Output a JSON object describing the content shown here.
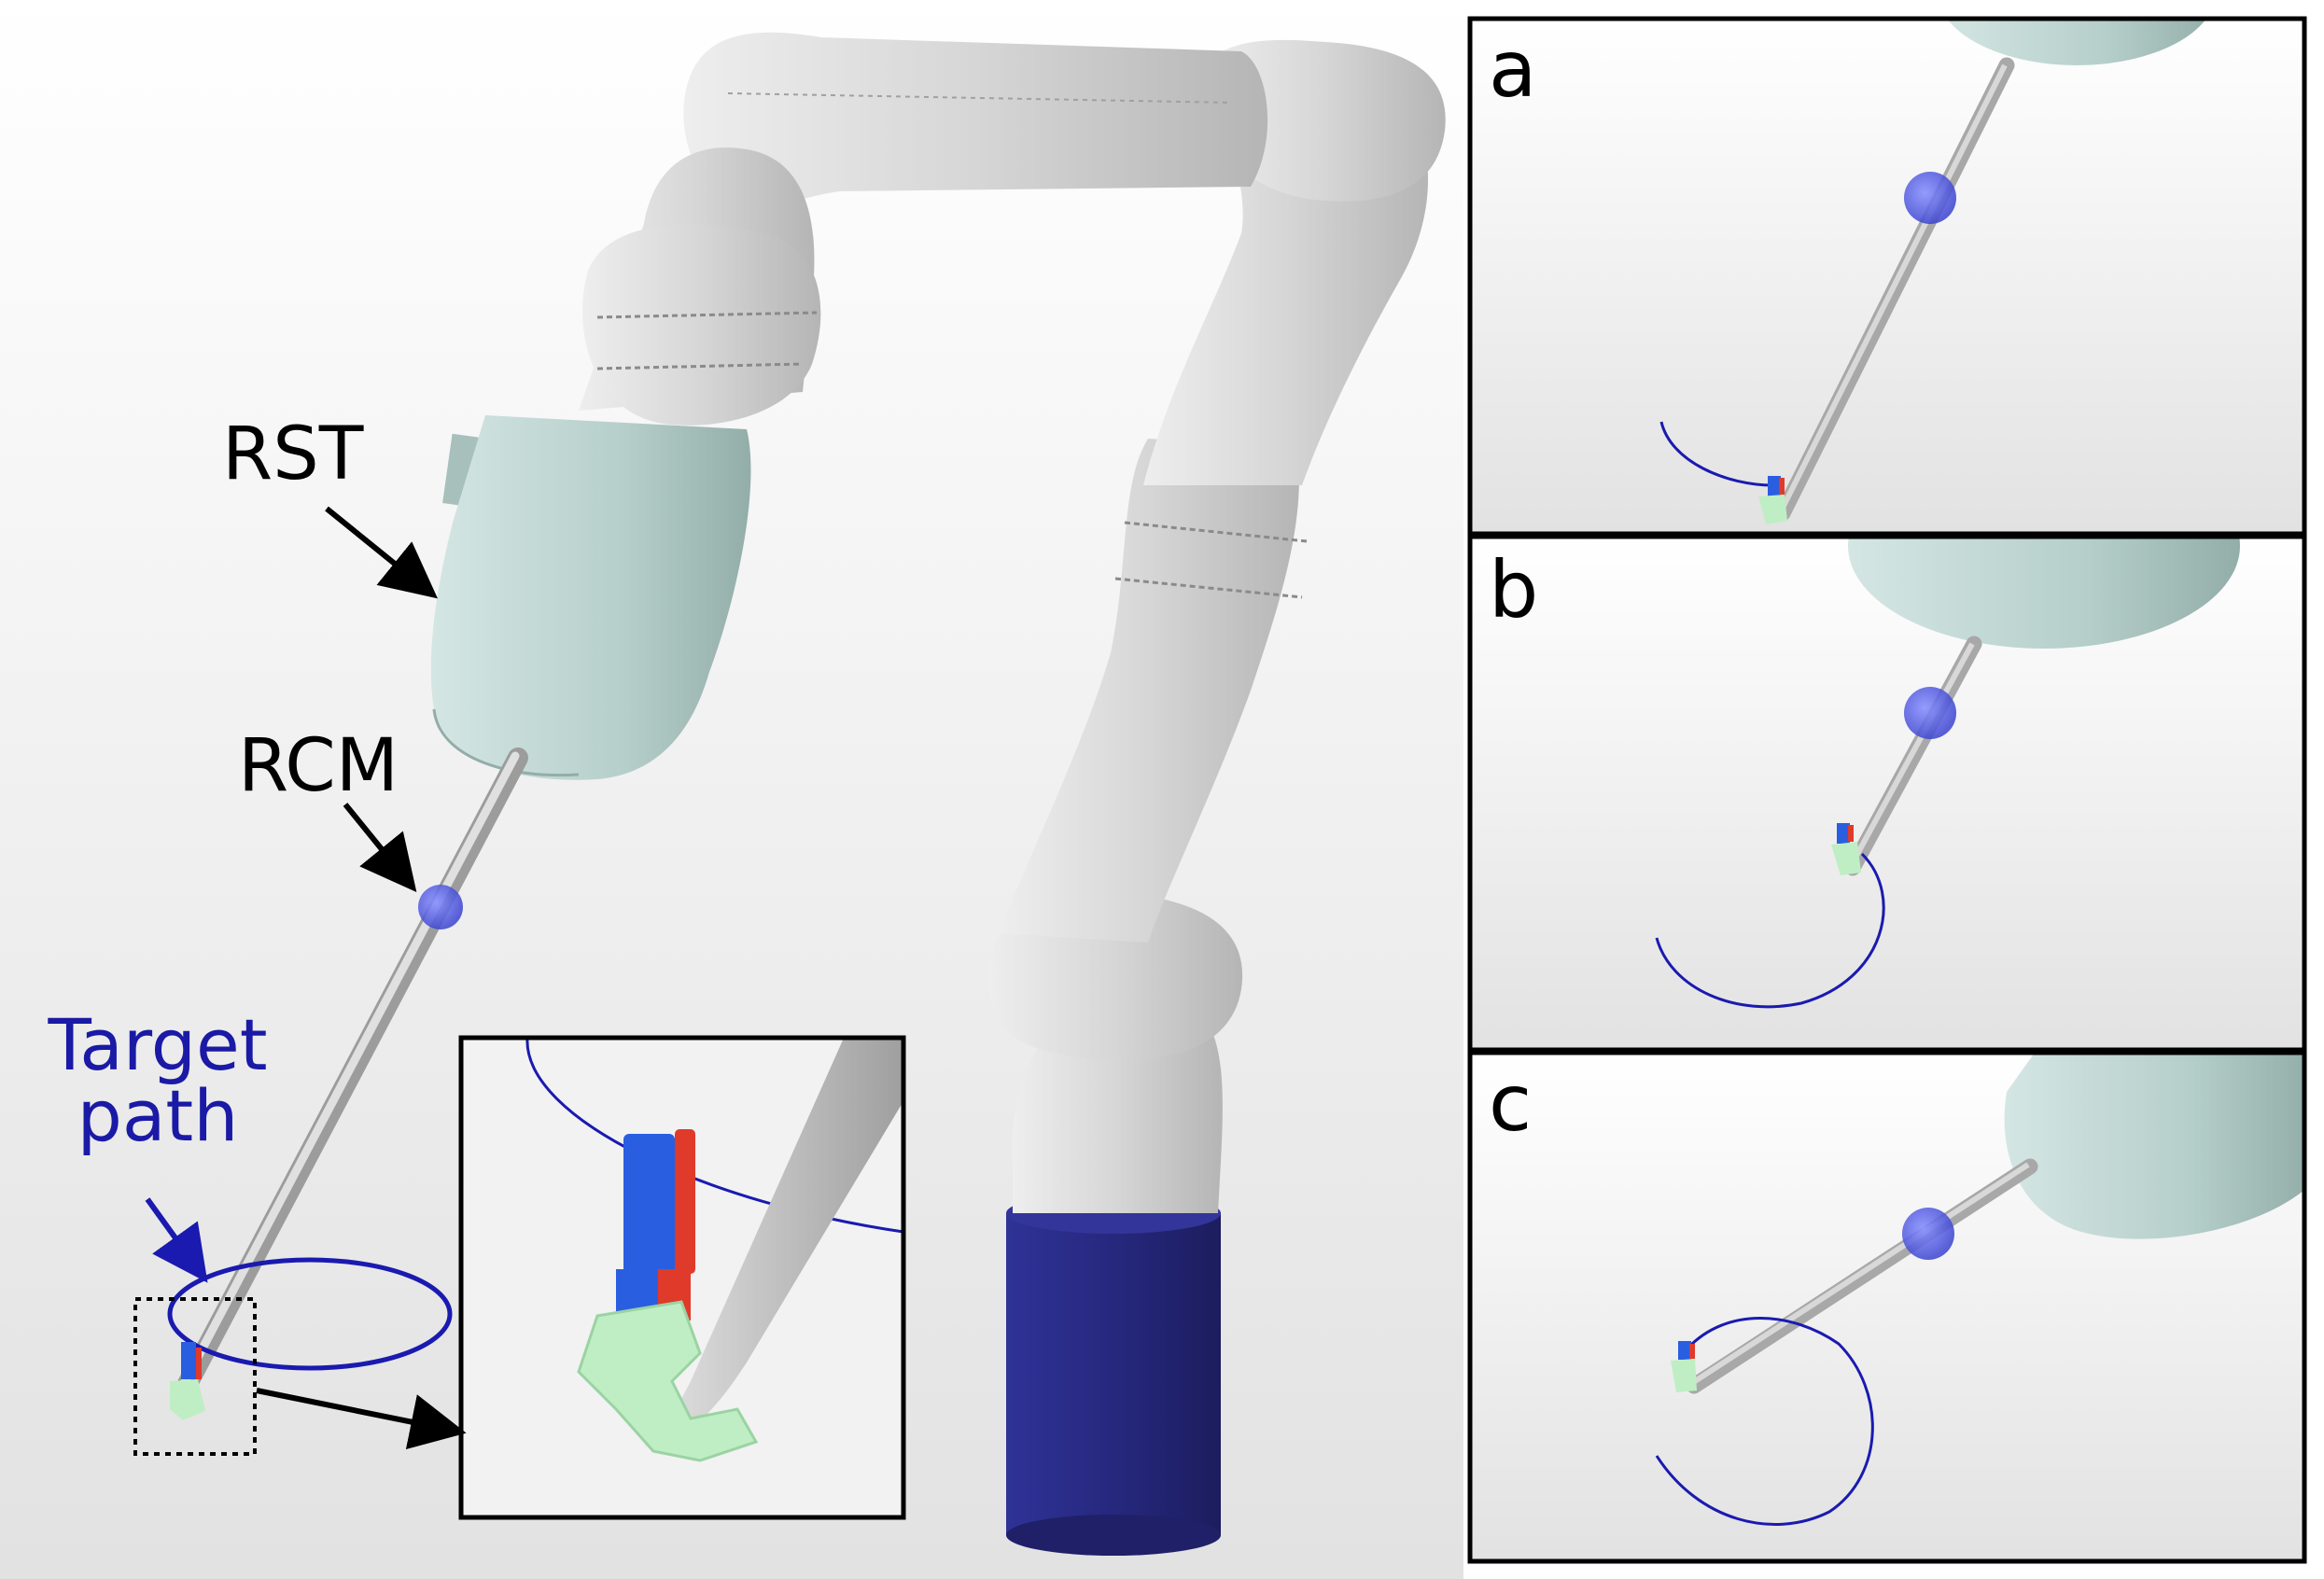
{
  "labels": {
    "rst": "RST",
    "rcm": "RCM",
    "target_line1": "Target",
    "target_line2": "path"
  },
  "panels": [
    {
      "label": "a"
    },
    {
      "label": "b"
    },
    {
      "label": "c"
    }
  ],
  "colors": {
    "background_top": "#ffffff",
    "background_bottom": "#e2e2e2",
    "robot_link": "#d5d5d5",
    "robot_shadow": "#a9a9a9",
    "tool_housing": "#b7cfcc",
    "robot_base": "#26287e",
    "rcm_sphere": "#4a52e0",
    "target_path": "#1a1ab0",
    "gripper_blue": "#2a5ee0",
    "gripper_red": "#e03a2a",
    "gripper_green": "#bfeec5",
    "annotation_text": "#000000",
    "target_text": "#1a1aa6"
  }
}
